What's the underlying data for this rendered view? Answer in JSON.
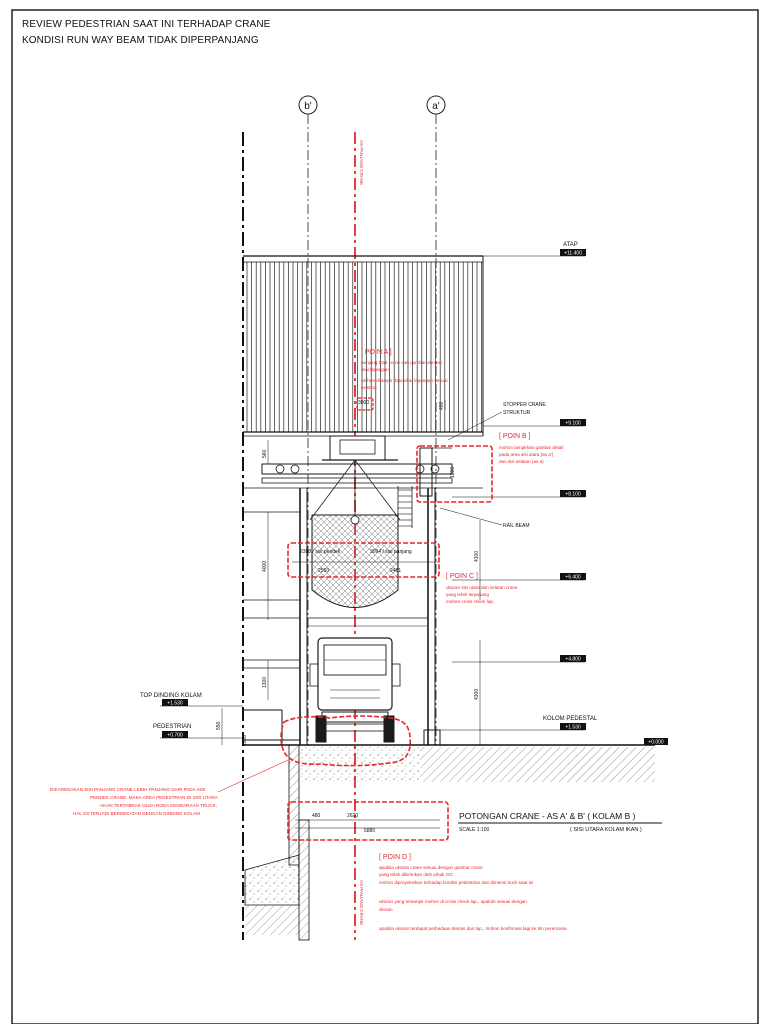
{
  "header": {
    "line1": "REVIEW PEDESTRIAN SAAT INI TERHADAP CRANE",
    "line2": "KONDISI RUN WAY BEAM TIDAK DIPERPANJANG"
  },
  "gridlines": {
    "b": "b'",
    "a": "a'",
    "crane_axis_top": "AS PANJANG CRANE",
    "crane_axis_bottom": "AS PANJANG CRANE"
  },
  "levels": {
    "atap": "ATAP",
    "atap_elev": "+11.400",
    "stopper": "+9.100",
    "rail": "+8.100",
    "mid1": "+6.400",
    "mid2": "+4.800",
    "kolom_pedestal": "KOLOM PEDESTAL",
    "kolom_pedestal_elev": "+1.530",
    "ground": "+0.000",
    "top_dinding": "TOP DINDING KOLAM",
    "top_dinding_elev": "+1.530",
    "pedestrian": "PEDESTRIAN",
    "pedestrian_elev": "+0.700"
  },
  "labels": {
    "stopper_line1": "STOPPER CRANE",
    "stopper_line2": "STRUKTUR",
    "rail_beam": "RAIL BEAM"
  },
  "dimensions": {
    "d4000": "4000",
    "d560": "560",
    "d1300": "1300",
    "d550": "550",
    "d3000": "3000",
    "d1000": "1000",
    "d4100": "4100",
    "d400": "400",
    "d1200": "1200",
    "d4300": "4300",
    "d2550": "2550",
    "d2481": "2481",
    "d2620": "2620",
    "d480": "480",
    "d5880": "5880",
    "sisi_pendek": "2388 / sisi pendek",
    "sisi_panjang": "3094 / sisi panjang"
  },
  "poin_a": {
    "title": "[ POIN A ]",
    "t1": "panjang total crane dan gambar dengan",
    "t2": "real lapangan.",
    "t3": "Mohon dilampir data ukur lapangan sesuai",
    "t4": "existing"
  },
  "poin_b": {
    "title": "[ POIN B ]",
    "t1": "mohon lampirkan gambar detail",
    "t2": "pada area sisi utara (as a')",
    "t3": "dan sisi selatan (as a)"
  },
  "poin_c": {
    "title": "[ POIN C ]",
    "t1": "ukuran sisi utara dan selatan crane",
    "t2": "yang telah terpasang",
    "t3": "mohon cross check lap."
  },
  "poin_d": {
    "title": "[ POIN D ]",
    "t1": "apabila ukuran crane sesuai dengan gambar crane",
    "t2": "yang telah dikirimkan oleh pihak GG",
    "t3": "mohon diproyeksikan terhadap kondisi pedestrian dan dimensi truck saat ini",
    "t4": "ukuran yang tertampir mohon di cross check lap., apakah sesuai dengan",
    "t5": "desain",
    "t6": "apabila ukuran terdapat perbedaan desain dan lap., mohon konfirmasi lagi ke tim perencana"
  },
  "note_left": {
    "l1": "DIKARENAKAN SISI PANJANG CRANE LEBIH PANJANG DARI PADA SISI",
    "l2": "PENDEK CRANE, MAKA AREA PEDESTRIAN DI SISI UTARA",
    "l3": "AKAN TERTABRAK OLEH RODA KENDARAAN TRUCK,",
    "l4": "HAL INI TERJADI BERDEKATAN DENGAN DINDING KOLAM"
  },
  "title_block": {
    "title": "POTONGAN CRANE - AS A' & B' ( KOLAM B )",
    "scale": "SCALE 1:100",
    "subtitle": "( SISI UTARA KOLAM IKAN )"
  },
  "colors": {
    "ink": "#1a1a1a",
    "markup": "#e8262b"
  }
}
